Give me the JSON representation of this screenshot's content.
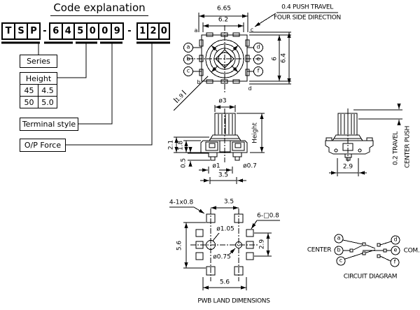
{
  "code_explanation": {
    "title": "Code explanation",
    "group1": [
      "T",
      "S",
      "P"
    ],
    "sep1": "-",
    "group2": [
      "6",
      "4",
      "5",
      "0",
      "0",
      "9"
    ],
    "sep2": "-",
    "group3": [
      "1",
      "2",
      "0"
    ],
    "series_label": "Series",
    "height_label": "Height",
    "height_rows": [
      {
        "code": "45",
        "value": "4.5"
      },
      {
        "code": "50",
        "value": "5.0"
      }
    ],
    "terminal_label": "Terminal style",
    "force_label": "O/P Force"
  },
  "top_view": {
    "dim_outer_width": "6.65",
    "dim_inner_width": "6.2",
    "dim_inner_height": "6",
    "dim_outer_height": "6.4",
    "dim_corner": "1.9",
    "note_line1": "0.4 PUSH TRAVEL",
    "note_line2": "FOUR SIDE DIRECTION",
    "corner_top_left": "a",
    "corner_top_right": "c",
    "corner_bottom_left": "b",
    "corner_bottom_right": "d",
    "terminals_left": [
      "a",
      "b",
      "c"
    ],
    "terminals_right": [
      "d",
      "e",
      "f"
    ]
  },
  "front_view": {
    "dim_knob_dia": "ø3",
    "dim_height": "Height",
    "dim_body_height": "2.1",
    "dim_inner_height": "1.8",
    "dim_pin_length": "0.5",
    "dim_center_pin": "ø1",
    "dim_side_pin": "ø0.7",
    "dim_pin_span": "3.5"
  },
  "side_view": {
    "note_line1": "0.2 TRAVEL",
    "note_line2": "CENTER PUSH",
    "dim_base": "2.9"
  },
  "pwb": {
    "label_corner_pads": "4-1x0.8",
    "label_square_pads": "6-□0.8",
    "dim_top": "3.5",
    "dim_hole_large": "ø1.05",
    "dim_hole_small": "ø0.75",
    "dim_left": "5.6",
    "dim_right": "2.9",
    "dim_bottom": "5.6",
    "title": "PWB LAND DIMENSIONS"
  },
  "circuit": {
    "label_left": "CENTER",
    "label_right": "COM.",
    "terminals_left": [
      "a",
      "b",
      "c"
    ],
    "terminals_right": [
      "d",
      "e",
      "f"
    ],
    "title": "CIRCUIT DIAGRAM"
  }
}
